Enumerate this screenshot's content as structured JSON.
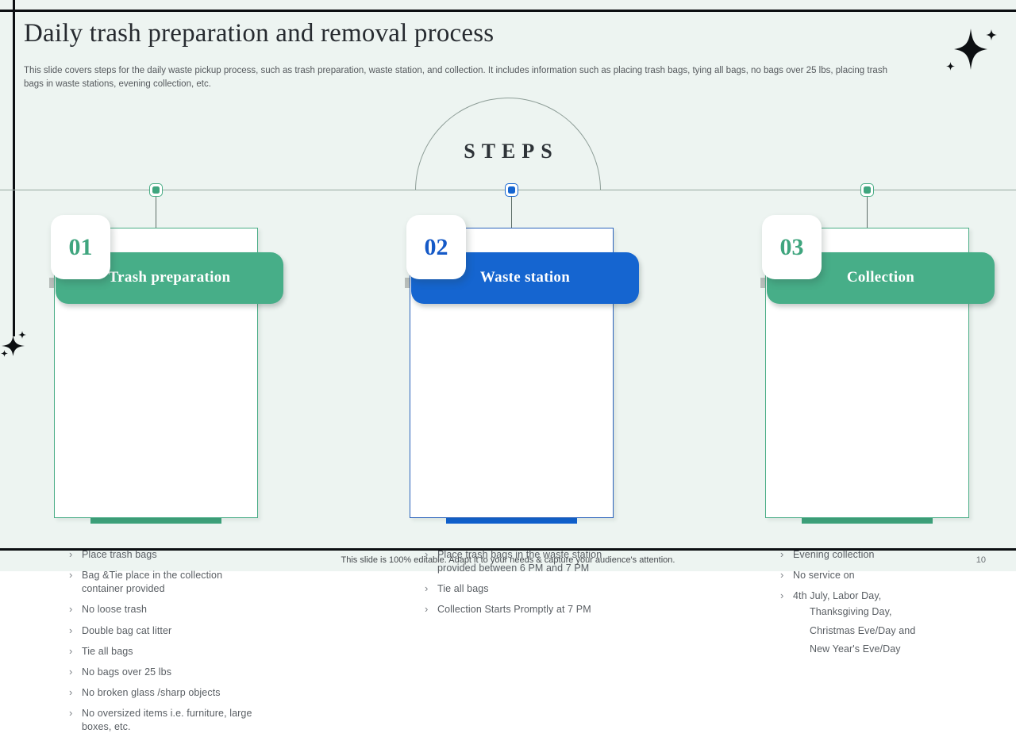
{
  "slide": {
    "title": "Daily trash preparation and removal process",
    "subtitle": "This slide covers steps for the daily waste pickup process, such as trash preparation, waste station, and collection. It includes information such as placing trash bags, tying all bags, no bags over 25 lbs, placing trash bags in waste stations, evening collection, etc.",
    "steps_label": "STEPS",
    "footer_note": "This slide is 100% editable. Adapt it to your needs & capture your audience's attention.",
    "page_number": "10"
  },
  "bullet_glyph": "›",
  "icons": {
    "sparkle_large_top_right": "sparkle-icon",
    "sparkle_left_margin": "sparkle-icon"
  },
  "colors": {
    "background": "#edf4f1",
    "green_accent": "#47ae88",
    "green_dark": "#3da27b",
    "blue_accent": "#1565d0",
    "frame_black": "#0c0f12",
    "body_text_gray": "#595e63"
  },
  "cards": [
    {
      "number": "01",
      "title": "Trash preparation",
      "accent": "green",
      "bullets": [
        {
          "text": "Place trash bags"
        },
        {
          "text": "Bag &Tie place in the collection container provided"
        },
        {
          "text": "No loose trash"
        },
        {
          "text": "Double bag cat litter"
        },
        {
          "text": "Tie all bags"
        },
        {
          "text": "No bags over 25 lbs"
        },
        {
          "text": "No broken glass /sharp objects"
        },
        {
          "text": "No oversized items i.e. furniture, large boxes, etc."
        }
      ]
    },
    {
      "number": "02",
      "title": "Waste station",
      "accent": "blue",
      "bullets": [
        {
          "text": "Place trash bags in the waste station provided between 6 PM and 7 PM"
        },
        {
          "text": "Tie all bags"
        },
        {
          "text": "Collection Starts Promptly at 7 PM"
        }
      ]
    },
    {
      "number": "03",
      "title": "Collection",
      "accent": "green",
      "bullets": [
        {
          "text": "Evening collection"
        },
        {
          "text": "No service on"
        },
        {
          "text": "4th July, Labor Day,",
          "sub_lines": [
            "Thanksgiving Day,",
            "Christmas Eve/Day and",
            "New Year's Eve/Day"
          ]
        }
      ]
    }
  ]
}
